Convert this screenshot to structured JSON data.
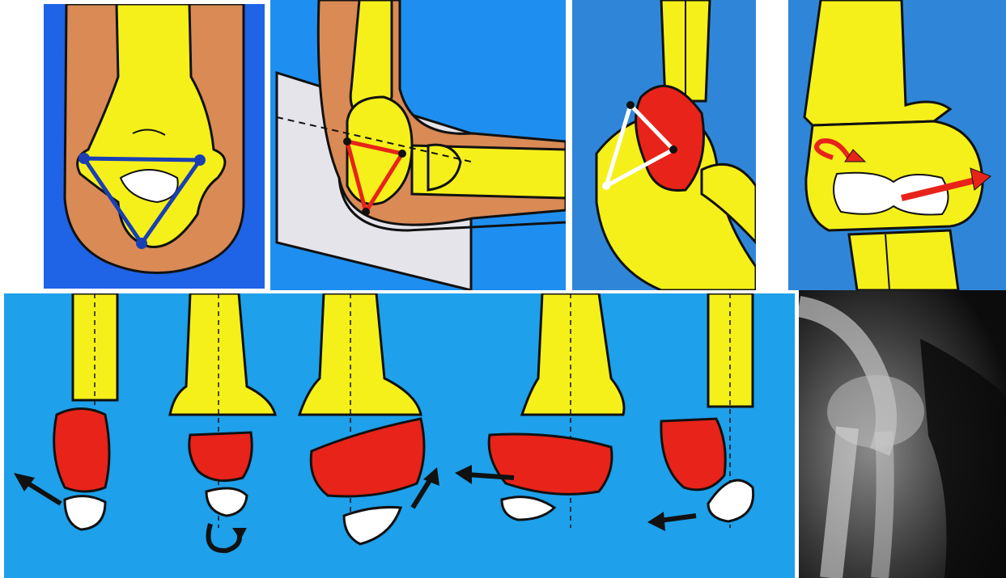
{
  "figure": {
    "panels": [
      {
        "id": "p1",
        "content": "posterior-elbow-triangle-diagram"
      },
      {
        "id": "p2",
        "content": "elbow-lateral-triangle-diagram"
      },
      {
        "id": "p3",
        "content": "flexed-elbow-triangle-diagram"
      },
      {
        "id": "p4",
        "content": "distal-humerus-fracture-rotation-diagram"
      },
      {
        "id": "p5",
        "content": "physeal-separation-displacement-series"
      },
      {
        "id": "p6",
        "content": "elbow-radiograph"
      }
    ]
  },
  "colors": {
    "blue_bg": "#1f63e6",
    "light_blue_bg": "#1ea0ea",
    "mid_blue_bg": "#2f86d8",
    "bone_yellow": "#f5f01a",
    "skin_tan": "#d98a55",
    "fragment_red": "#e8231a",
    "cartilage_white": "#ffffff",
    "outline": "#111111",
    "triangle_blue": "#1a3fb5",
    "plane_grey": "#e4e4ea"
  },
  "icons": {
    "rotation_arrow": "curved-rotation-arrow-icon",
    "displacement_arrow": "straight-displacement-arrow-icon"
  }
}
